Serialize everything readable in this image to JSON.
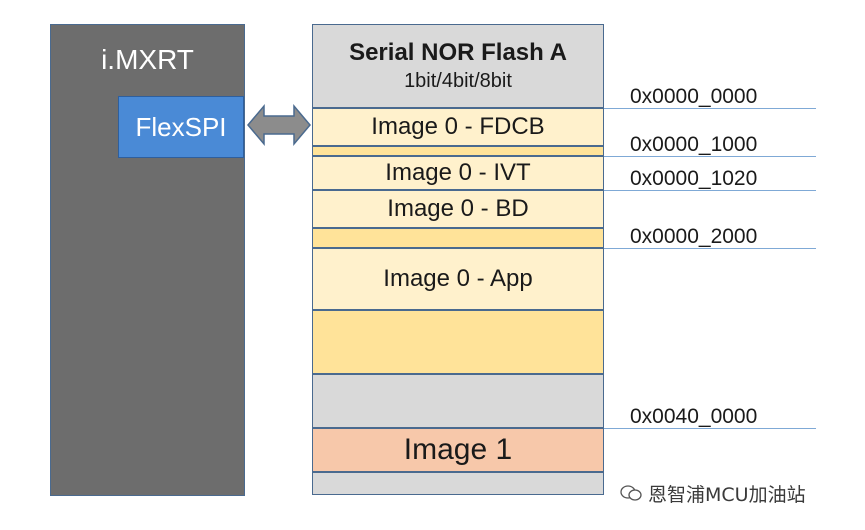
{
  "mcu": {
    "title": "i.MXRT",
    "interface": "FlexSPI"
  },
  "flash": {
    "title": "Serial NOR Flash A",
    "subtitle": "1bit/4bit/8bit",
    "regions": {
      "fdcb": "Image 0 - FDCB",
      "ivt": "Image 0 - IVT",
      "bd": "Image 0 - BD",
      "app": "Image 0 - App",
      "image1": "Image 1"
    }
  },
  "addresses": {
    "a0": "0x0000_0000",
    "a1": "0x0000_1000",
    "a2": "0x0000_1020",
    "a3": "0x0000_2000",
    "a4": "0x0040_0000"
  },
  "colors": {
    "mcu_gray": "#6d6d6d",
    "flexspi_blue": "#4a8ad6",
    "image0_light": "#fff1cc",
    "image0_mid": "#ffe399",
    "empty_gray": "#d9d9d9",
    "image1_pink": "#f7c8aa"
  },
  "watermark": {
    "text": "恩智浦MCU加油站",
    "icon": "wechat-icon"
  }
}
